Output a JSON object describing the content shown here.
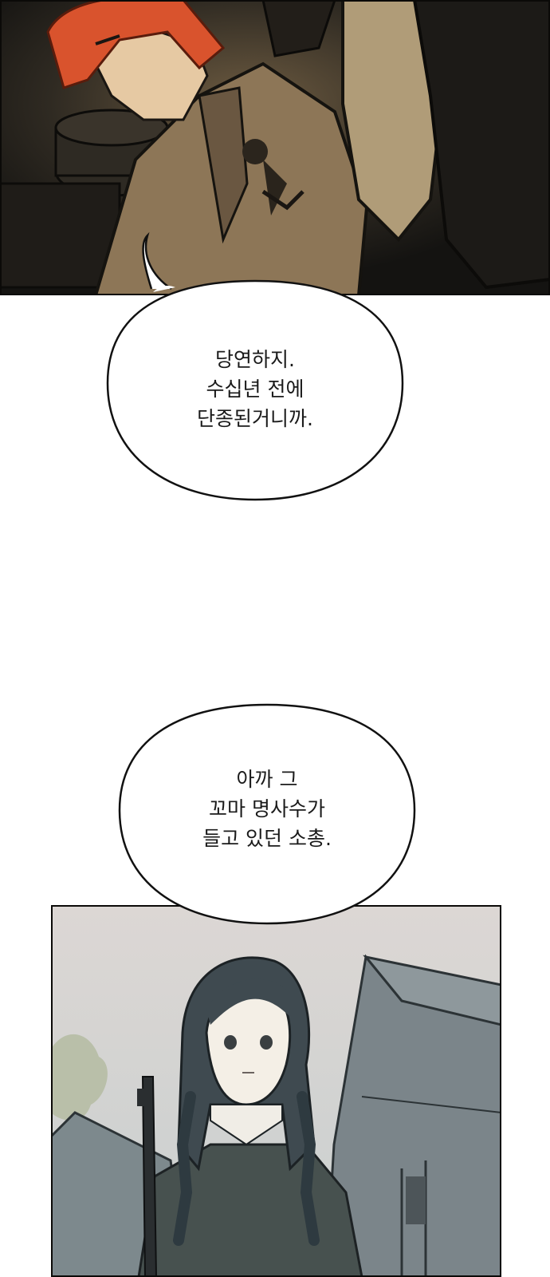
{
  "bubbles": [
    {
      "lines": [
        "당연하지.",
        "수십년 전에",
        "단종된거니까."
      ]
    },
    {
      "lines": [
        "아까 그",
        "꼬마 명사수가",
        "들고 있던 소총."
      ]
    }
  ],
  "colors": {
    "top_panel_dark": "#1c1a17",
    "top_panel_coat": "#8d7657",
    "hair": "#d9532d",
    "sky": "#d9dcdc",
    "roof": "#6e7a7f",
    "girl_hair": "#3f4a50"
  }
}
